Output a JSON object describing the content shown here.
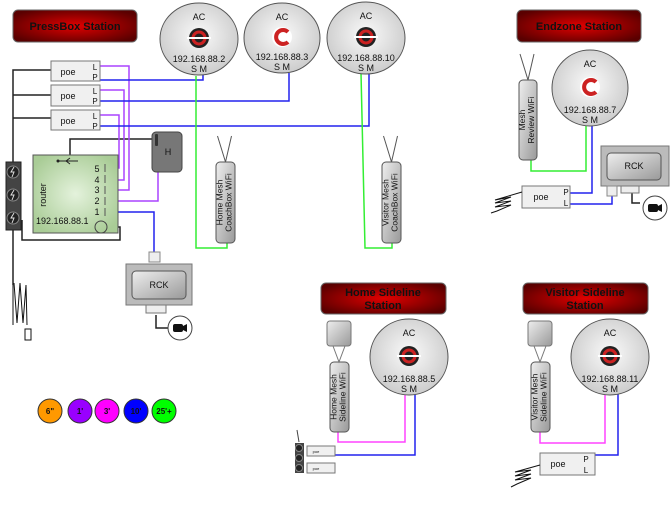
{
  "stations": {
    "pressbox": "PressBox Station",
    "endzone": "Endzone Station",
    "home_sideline": [
      "Home Sideline",
      "Station"
    ],
    "visitor_sideline": [
      "Visitor Sideline",
      "Station"
    ]
  },
  "access_points": [
    {
      "label": "AC",
      "ip": "192.168.88.2",
      "ports": "S M",
      "logo": "dark"
    },
    {
      "label": "AC",
      "ip": "192.168.88.3",
      "ports": "S M",
      "logo": "light"
    },
    {
      "label": "AC",
      "ip": "192.168.88.10",
      "ports": "S M",
      "logo": "dark"
    },
    {
      "label": "AC",
      "ip": "192.168.88.7",
      "ports": "S M",
      "logo": "light"
    },
    {
      "label": "AC",
      "ip": "192.168.88.5",
      "ports": "S M",
      "logo": "dark"
    },
    {
      "label": "AC",
      "ip": "192.168.88.11",
      "ports": "S M",
      "logo": "dark"
    }
  ],
  "poe": {
    "label": "poe",
    "l": "L",
    "p": "P"
  },
  "router": {
    "label": "router",
    "ip": "192.168.88.1",
    "ports": [
      "5",
      "4",
      "3",
      "2",
      "1"
    ]
  },
  "hub": {
    "label": "H"
  },
  "rck": {
    "label": "RCK"
  },
  "mesh": {
    "home_coachbox": [
      "Home Mesh",
      "CoachBox WiFi"
    ],
    "visitor_coachbox": [
      "Visitor Mesh",
      "CoachBox WiFi"
    ],
    "review": [
      "Mesh",
      "Review  WiFi"
    ],
    "home_sideline": [
      "Home Mesh",
      "Sideline  WiFi"
    ],
    "visitor_sideline": [
      "Visitor Mesh",
      "Sideline  WiFi"
    ]
  },
  "legend": [
    {
      "label": "6\"",
      "color": "#ff9900"
    },
    {
      "label": "1'",
      "color": "#9900ff"
    },
    {
      "label": "3'",
      "color": "#ff00ff"
    },
    {
      "label": "10'",
      "color": "#0000ff"
    },
    {
      "label": "25'+",
      "color": "#00ff00"
    }
  ],
  "colors": {
    "purple": "#aa44ff",
    "blue": "#2222ee",
    "green": "#33ee33",
    "pink": "#ff44ff",
    "banner": "#b00000"
  }
}
